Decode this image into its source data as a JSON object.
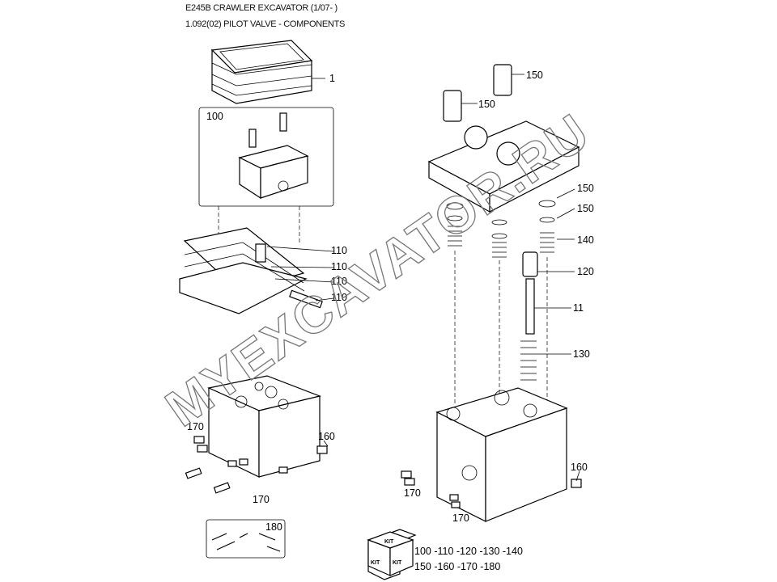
{
  "header": {
    "model": "E245B CRAWLER EXCAVATOR (1/07- )",
    "section": "1.092(02) PILOT VALVE - COMPONENTS"
  },
  "callouts": {
    "c1": "1",
    "c100": "100",
    "c110": "110",
    "c150": "150",
    "c140": "140",
    "c120": "120",
    "c11": "11",
    "c130": "130",
    "c170": "170",
    "c160": "160",
    "c180": "180"
  },
  "kit": {
    "icon_label": "KIT",
    "line1": "100 -110 -120 -130 -140",
    "line2": "150 -160 -170 -180"
  },
  "watermark": "MYEXCAVATOR.RU"
}
